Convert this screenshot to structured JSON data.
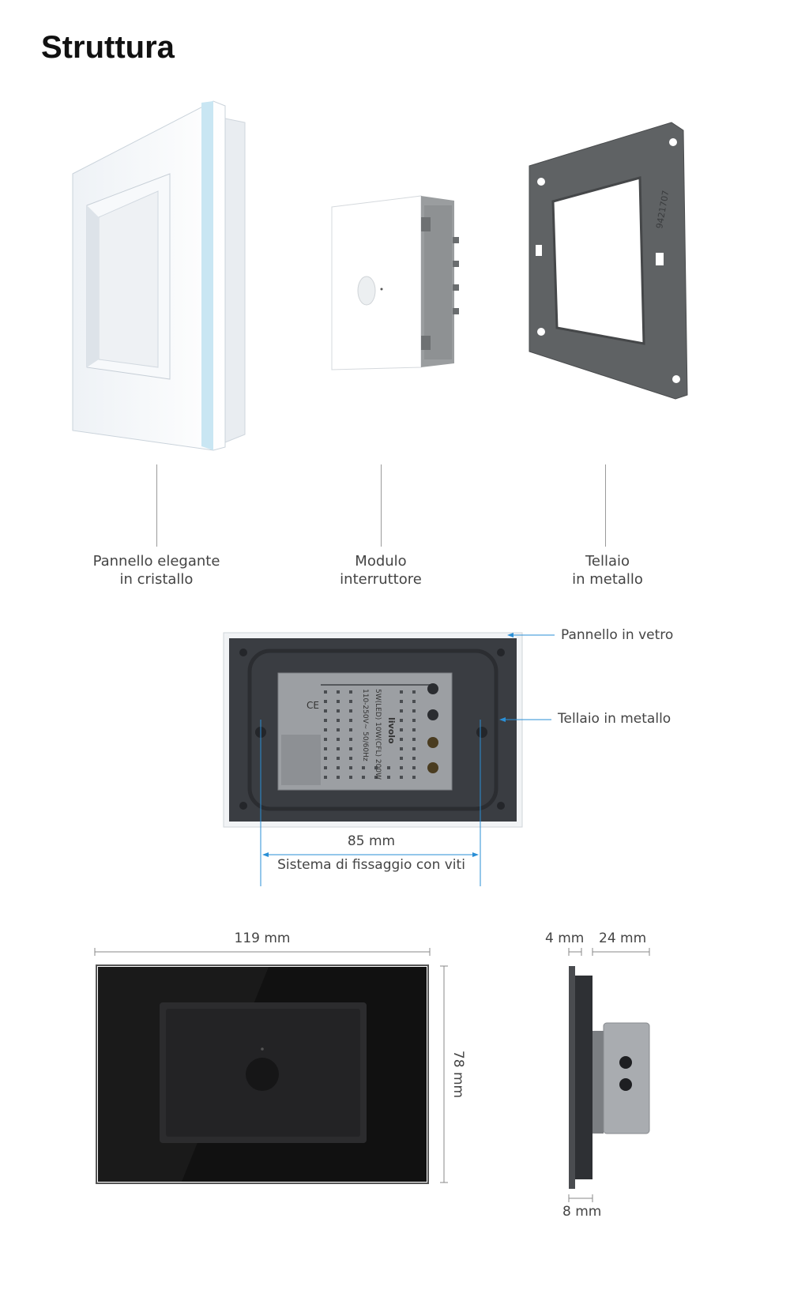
{
  "page": {
    "title": "Struttura"
  },
  "components": [
    {
      "line1": "Pannello elegante",
      "line2": "in cristallo"
    },
    {
      "line1": "Modulo",
      "line2": "interruttore"
    },
    {
      "line1": "Tellaio",
      "line2": "in metallo"
    }
  ],
  "back_view": {
    "glass_label": "Pannello in vetro",
    "frame_label": "Tellaio in metallo",
    "mount_distance": "85 mm",
    "mount_caption": "Sistema di fissaggio con viti",
    "module_text": {
      "brand": "livolo",
      "ce": "CE",
      "spec1": "110-250V~ 50/60Hz",
      "spec2": "5W(LED) 10W(CFL) 200W",
      "frame_code": "9421707"
    }
  },
  "dimensions": {
    "width": "119 mm",
    "height": "78 mm",
    "glass_thickness": "4 mm",
    "depth": "24 mm",
    "plate_thickness": "8 mm"
  },
  "colors": {
    "accent_line": "#2a8fd6",
    "panel_white": "#f4f6f8",
    "panel_black": "#111111"
  }
}
